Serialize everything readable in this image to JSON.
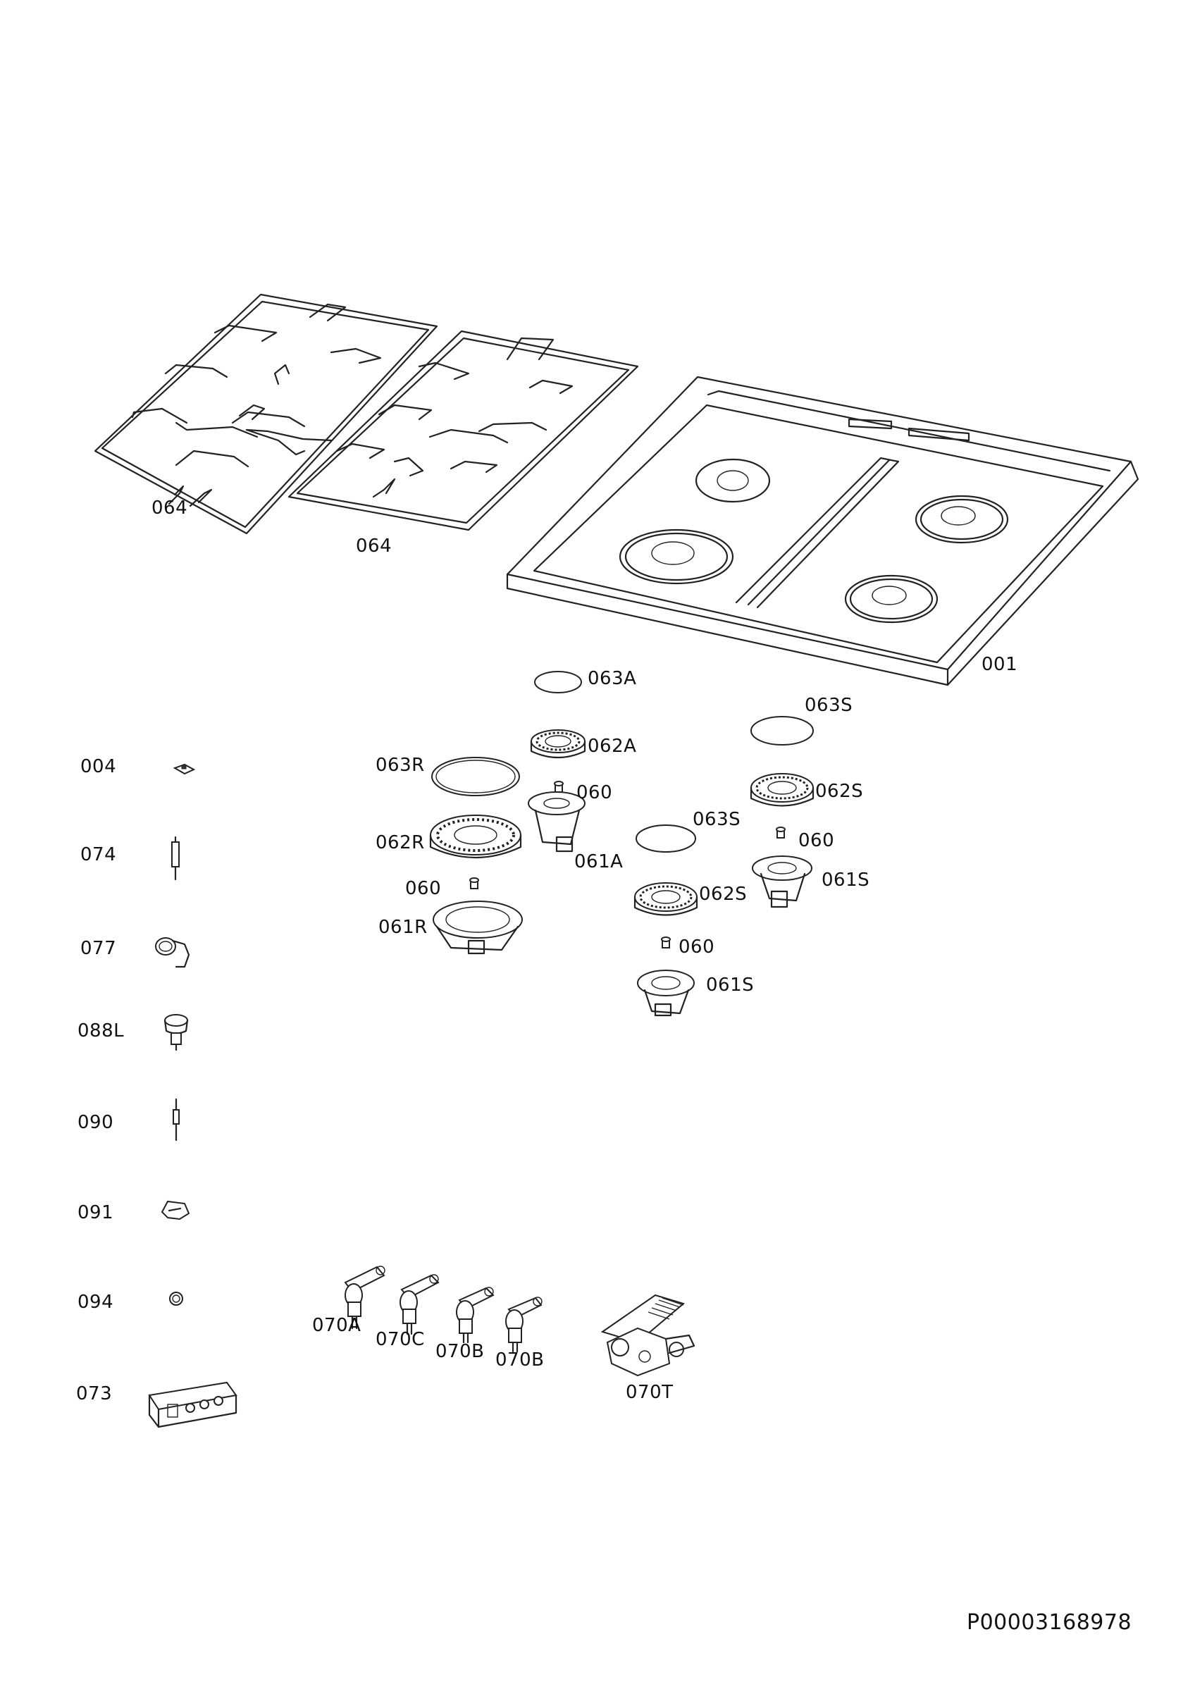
{
  "labels": {
    "grid_left": "064",
    "grid_right": "064",
    "hob_top": "001",
    "cap_auxiliary": "063A",
    "crown_auxiliary": "062A",
    "injector_auxiliary": "060",
    "cup_auxiliary": "061A",
    "cap_rapid": "063R",
    "crown_rapid": "062R",
    "injector_rapid": "060",
    "cup_rapid": "061R",
    "cap_semi_right": "063S",
    "crown_semi_right": "062S",
    "injector_semi_right": "060",
    "cup_semi_right": "061S",
    "cap_semi_center": "063S",
    "crown_semi_center": "062S",
    "injector_semi_center": "060",
    "cup_semi_center": "061S",
    "side_004": "004",
    "side_074": "074",
    "side_077": "077",
    "side_088l": "088L",
    "side_090": "090",
    "side_091": "091",
    "side_094": "094",
    "side_073": "073",
    "tap_070a": "070A",
    "tap_070c": "070C",
    "tap_070b_1": "070B",
    "tap_070b_2": "070B",
    "tap_070t": "070T"
  },
  "document_id": "P00003168978"
}
